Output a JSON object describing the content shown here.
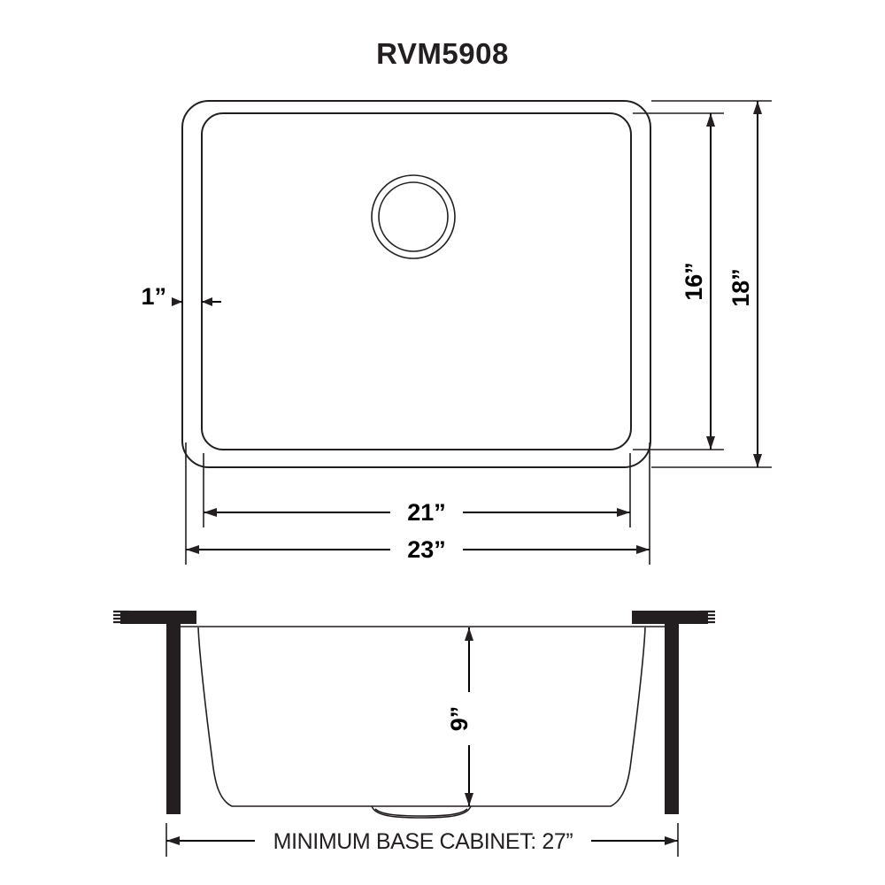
{
  "document": {
    "title": "RVM5908",
    "type": "sink-specification-drawing",
    "background_color": "#ffffff",
    "line_color": "#231f20"
  },
  "top_view": {
    "name": "top-view",
    "dimensions": {
      "rim_width": {
        "label": "23”",
        "value": 23,
        "unit": "in",
        "orientation": "horizontal"
      },
      "bowl_width": {
        "label": "21”",
        "value": 21,
        "unit": "in",
        "orientation": "horizontal"
      },
      "rim_depth": {
        "label": "18”",
        "value": 18,
        "unit": "in",
        "orientation": "vertical"
      },
      "bowl_depth": {
        "label": "16”",
        "value": 16,
        "unit": "in",
        "orientation": "vertical"
      },
      "rim_margin": {
        "label": "1”",
        "value": 1,
        "unit": "in",
        "orientation": "horizontal"
      }
    },
    "features": {
      "drain": "drain-opening-circle",
      "outer_outline": "sink-rim-outline",
      "inner_outline": "sink-bowl-outline"
    }
  },
  "section_view": {
    "name": "cross-section-view",
    "dimensions": {
      "bowl_height": {
        "label": "9”",
        "value": 9,
        "unit": "in",
        "orientation": "vertical"
      },
      "minimum_base_cabinet": {
        "label": "MINIMUM BASE CABINET: 27”",
        "value": 27,
        "unit": "in",
        "orientation": "horizontal"
      }
    },
    "features": {
      "countertop_left": "countertop-slab-left",
      "countertop_right": "countertop-slab-right",
      "cabinet_wall_left": "cabinet-wall-left",
      "cabinet_wall_right": "cabinet-wall-right",
      "basin_profile": "basin-section-profile",
      "drain_recess": "drain-recess"
    }
  }
}
